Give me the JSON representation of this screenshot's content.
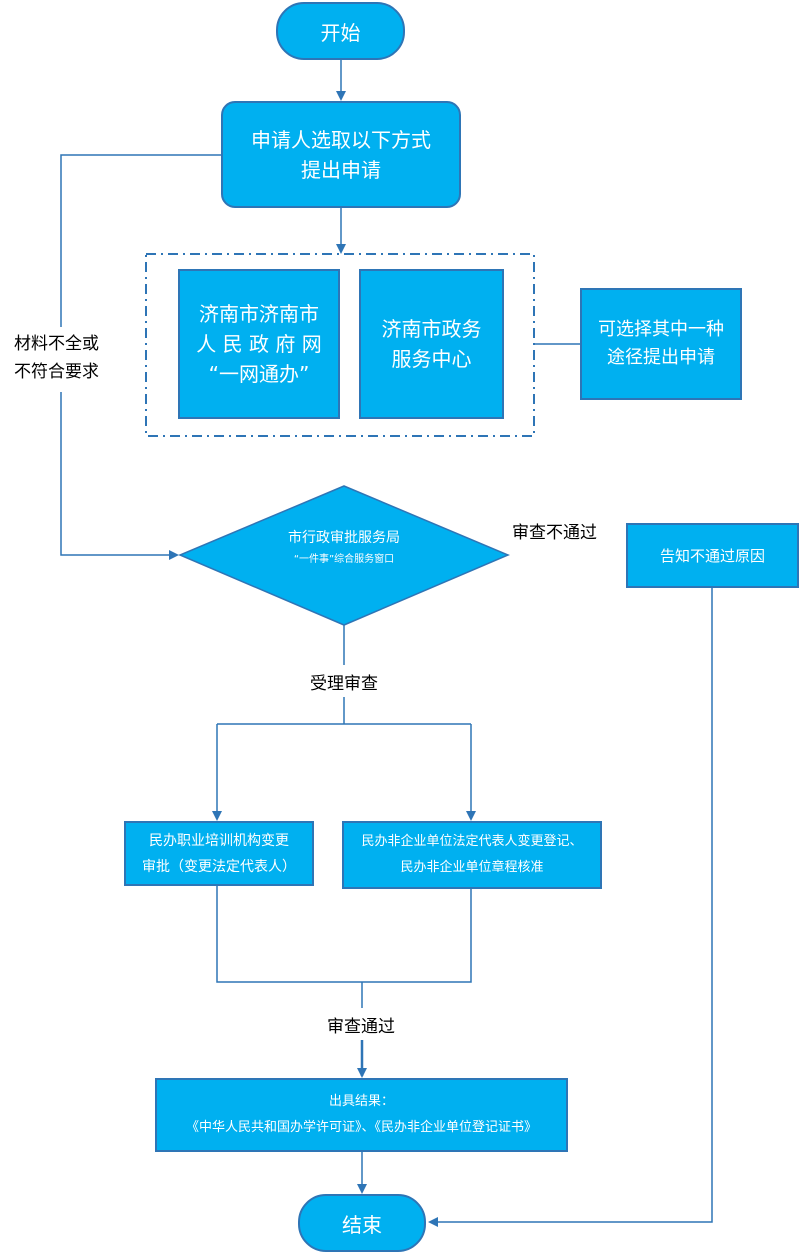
{
  "nodes": {
    "start": "开始",
    "apply": [
      "申请人选取以下方式",
      "提出申请"
    ],
    "option_web": [
      "济南市济南市",
      "人 民 政 府 网",
      "“一网通办”"
    ],
    "option_center": [
      "济南市政务",
      "服务中心"
    ],
    "choose_note": [
      "可选择其中一种",
      "途径提出申请"
    ],
    "decision": [
      "市行政审批服务局",
      "“一件事”综合服务窗口"
    ],
    "notify_reject": "告知不通过原因",
    "review_a": [
      "民办职业培训机构变更",
      "审批（变更法定代表人）"
    ],
    "review_b": [
      "民办非企业单位法定代表人变更登记、",
      "民办非企业单位章程核准"
    ],
    "result": [
      "出具结果：",
      "《中华人民共和国办学许可证》、《民办非企业单位登记证书》"
    ],
    "end": "结束"
  },
  "labels": {
    "incomplete": [
      "材料不全或",
      "不符合要求"
    ],
    "not_passed": "审查不通过",
    "accept_review": "受理审查",
    "passed": "审查通过"
  },
  "colors": {
    "node_fill": "#00b0f0",
    "node_border": "#2e75b6",
    "connector": "#2e75b6",
    "dash_border": "#2e75b6"
  }
}
